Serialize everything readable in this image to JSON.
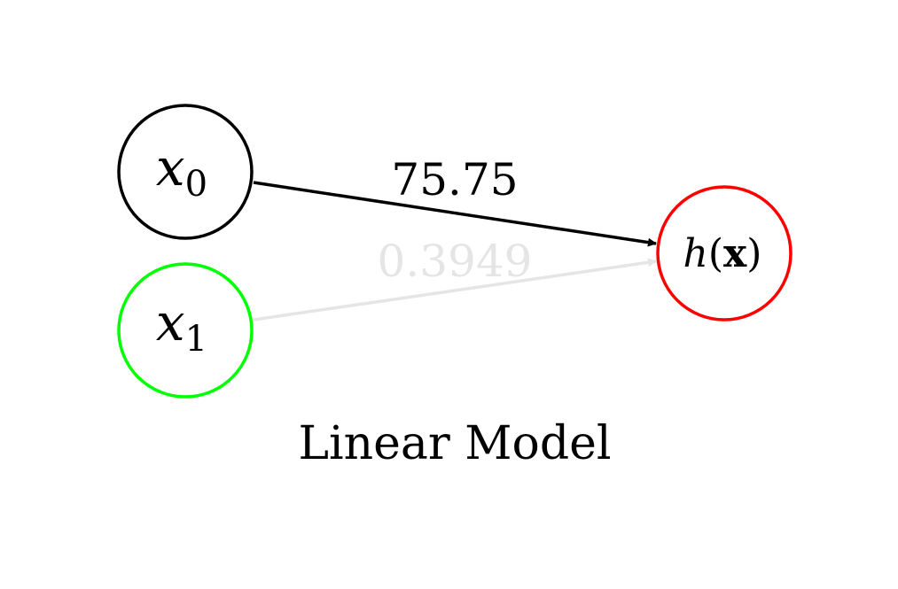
{
  "nodes": {
    "input0": {
      "label_base": "x",
      "label_sub": "0",
      "stroke_color": "#000000"
    },
    "input1": {
      "label_base": "x",
      "label_sub": "1",
      "stroke_color": "#00ff00"
    },
    "output": {
      "label_fn": "h",
      "label_open": "(",
      "label_arg": "x",
      "label_close": ")",
      "stroke_color": "#ff0000"
    }
  },
  "edges": {
    "edge0": {
      "weight": "75.75",
      "stroke_color": "#000000"
    },
    "edge1": {
      "weight": "0.3949",
      "stroke_color": "#e5e5e5"
    }
  },
  "caption": "Linear Model"
}
